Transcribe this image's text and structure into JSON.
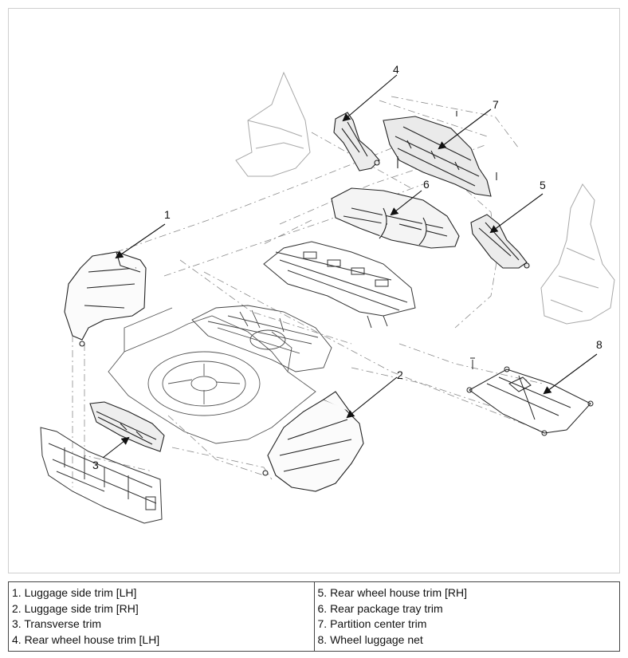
{
  "callouts": [
    "1",
    "2",
    "3",
    "4",
    "5",
    "6",
    "7",
    "8"
  ],
  "legend": {
    "left": [
      "1. Luggage side trim [LH]",
      "2. Luggage side trim [RH]",
      "3. Transverse trim",
      "4. Rear wheel house trim [LH]"
    ],
    "right": [
      "5. Rear wheel house trim [RH]",
      "6. Rear package tray trim",
      "7. Partition center trim",
      "8. Wheel luggage net"
    ]
  },
  "colors": {
    "line": "#222222",
    "ghost": "#a8a8a8",
    "dash": "#8c8c8c"
  }
}
